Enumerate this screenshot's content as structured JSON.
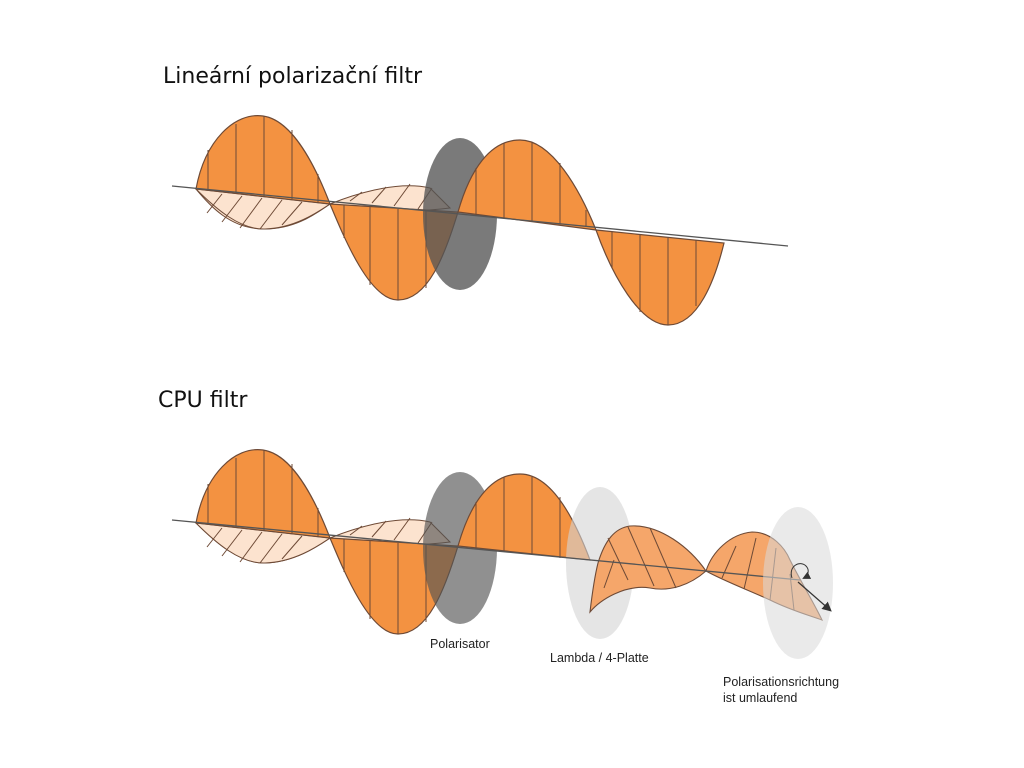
{
  "titles": {
    "linear": "Lineární polarizační filtr",
    "cpu": "CPU filtr"
  },
  "labels": {
    "polarizer": "Polarisator",
    "lambda_plate": "Lambda / 4-Platte",
    "direction_line1": "Polarisationsrichtung",
    "direction_line2": "ist umlaufend"
  },
  "colors": {
    "wave_fill": "#F39241",
    "wave_light": "#FCE3CF",
    "wave_stroke": "#6E4A36",
    "axis": "#555555",
    "polarizer_dark": "#555555",
    "plate_light": "#D4D4D4",
    "circular_fill": "#F5A66A"
  }
}
